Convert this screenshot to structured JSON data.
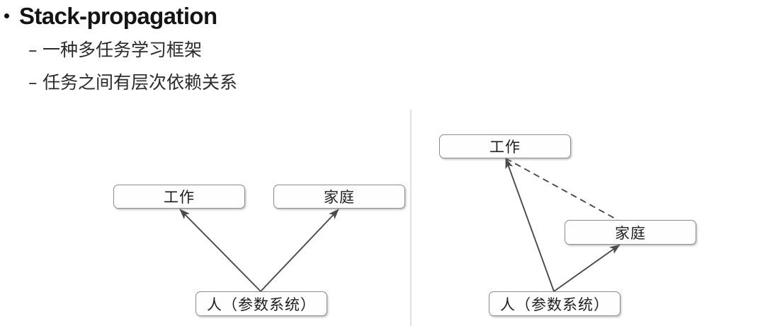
{
  "slide": {
    "title": "Stack-propagation",
    "bullet_marker": "•",
    "sub_marker": "–",
    "sub_bullets": [
      "一种多任务学习框架",
      "任务之间有层次依赖关系"
    ]
  },
  "colors": {
    "background": "#ffffff",
    "text": "#141414",
    "box_border": "#8c8c8c",
    "box_fill": "#fefefe",
    "edge": "#4a4a4a",
    "divider": "#e2e2e2"
  },
  "diagrams": {
    "left": {
      "name": "parallel-multitask",
      "nodes": [
        {
          "id": "work",
          "label": "工作"
        },
        {
          "id": "family",
          "label": "家庭"
        },
        {
          "id": "person",
          "label": "人（参数系统）"
        }
      ],
      "edges": [
        {
          "from": "person",
          "to": "work",
          "style": "solid"
        },
        {
          "from": "person",
          "to": "family",
          "style": "solid"
        }
      ]
    },
    "right": {
      "name": "stack-propagation-multitask",
      "nodes": [
        {
          "id": "work",
          "label": "工作"
        },
        {
          "id": "family",
          "label": "家庭"
        },
        {
          "id": "person",
          "label": "人（参数系统）"
        }
      ],
      "edges": [
        {
          "from": "person",
          "to": "work",
          "style": "solid"
        },
        {
          "from": "person",
          "to": "family",
          "style": "solid"
        },
        {
          "from": "work",
          "to": "family",
          "style": "dashed"
        }
      ]
    }
  }
}
